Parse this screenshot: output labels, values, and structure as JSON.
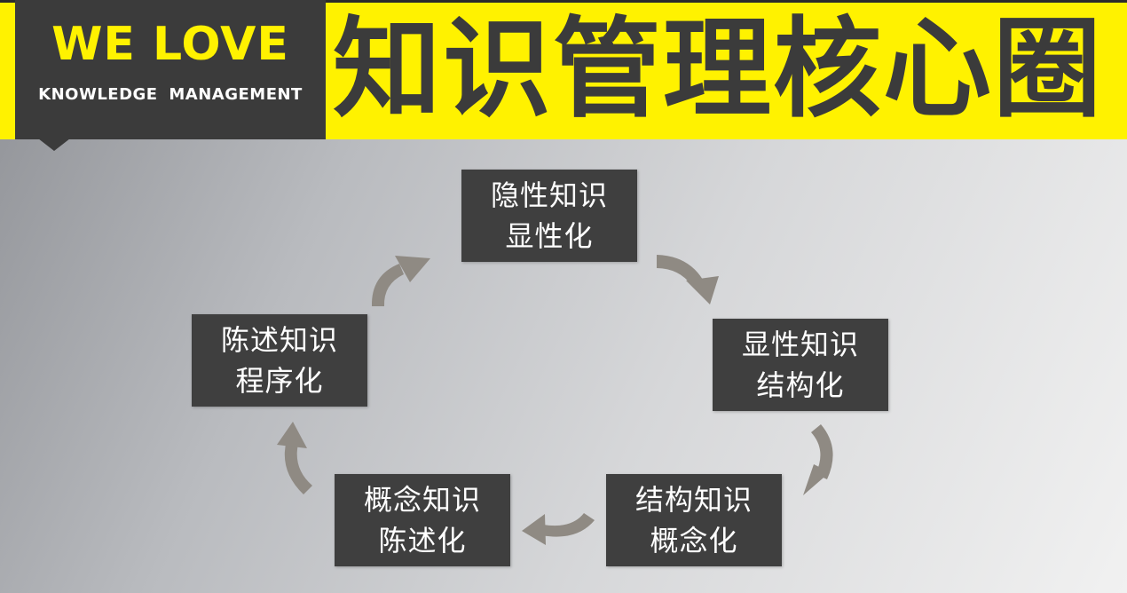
{
  "header": {
    "logo_main": "WE LOVE",
    "logo_sub": "KNOWLEDGE MANAGEMENT",
    "title": "知识管理核心圈"
  },
  "cycle": {
    "stages": [
      {
        "line1": "隐性知识",
        "line2": "显性化"
      },
      {
        "line1": "显性知识",
        "line2": "结构化"
      },
      {
        "line1": "结构知识",
        "line2": "概念化"
      },
      {
        "line1": "概念知识",
        "line2": "陈述化"
      },
      {
        "line1": "陈述知识",
        "line2": "程序化"
      }
    ],
    "arrow_color": "#8f8a83",
    "box_color": "#3f3f3f"
  },
  "colors": {
    "accent_yellow": "#fff200",
    "dark_gray": "#3b3b3b"
  }
}
